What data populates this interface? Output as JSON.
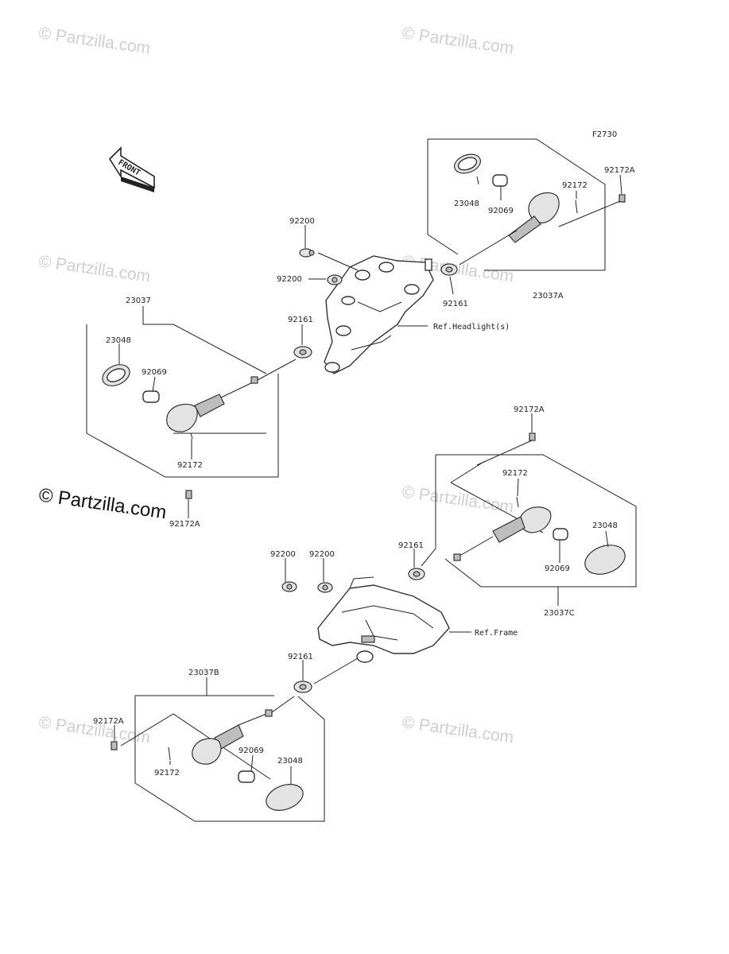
{
  "diagram_code": "F2730",
  "front_label": "FRONT",
  "watermarks": {
    "text": "© Partzilla.com",
    "prominent": "© Partzilla.com"
  },
  "labels": {
    "l_23048_tr": "23048",
    "l_92069_tr": "92069",
    "l_92172_tr": "92172",
    "l_92172A_tr": "92172A",
    "l_92200_a": "92200",
    "l_92200_b": "92200",
    "l_92161_tr": "92161",
    "l_23037A": "23037A",
    "ref_headlight": "Ref.Headlight(s)",
    "l_23037": "23037",
    "l_23048_l": "23048",
    "l_92069_l": "92069",
    "l_92161_l": "92161",
    "l_92172_l": "92172",
    "l_92172A_l": "92172A",
    "l_92172A_r2": "92172A",
    "l_92172_r2": "92172",
    "l_23048_r2": "23048",
    "l_92161_r2": "92161",
    "l_92069_r2": "92069",
    "l_23037C": "23037C",
    "l_92200_c": "92200",
    "l_92200_d": "92200",
    "ref_frame": "Ref.Frame",
    "l_92161_b": "92161",
    "l_23037B": "23037B",
    "l_92172A_b": "92172A",
    "l_92069_b": "92069",
    "l_23048_b": "23048",
    "l_92172_b": "92172"
  }
}
